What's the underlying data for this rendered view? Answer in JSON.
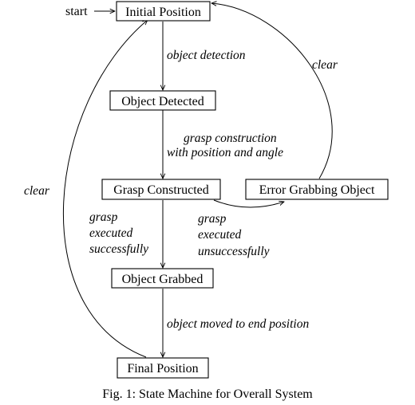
{
  "states": {
    "initial": "Initial Position",
    "detected": "Object Detected",
    "constructed": "Grasp Constructed",
    "error": "Error Grabbing Object",
    "grabbed": "Object Grabbed",
    "final": "Final Position"
  },
  "start_label": "start",
  "edges": {
    "object_detection": "object detection",
    "grasp_construction_line1": "grasp construction",
    "grasp_construction_line2": "with position and angle",
    "success_line1": "grasp",
    "success_line2": "executed",
    "success_line3": "successfully",
    "fail_line1": "grasp",
    "fail_line2": "executed",
    "fail_line3": "unsuccessfully",
    "moved": "object moved to end position",
    "clear_error": "clear",
    "clear_final": "clear"
  },
  "caption": "Fig. 1: State Machine for Overall System"
}
